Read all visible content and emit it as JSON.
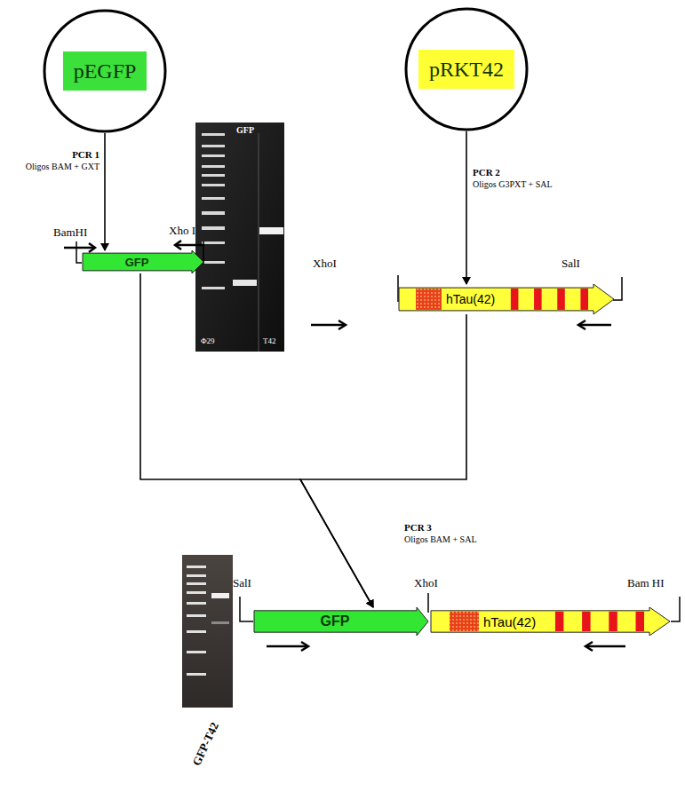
{
  "diagram": {
    "nodes": [
      {
        "text": [
          "pEGFP"
        ]
      },
      {
        "text": [
          "pRKT42"
        ]
      },
      {
        "text": [
          "GFP"
        ]
      },
      {
        "text": [
          "hTau(42)"
        ]
      },
      {
        "text": [
          "GFP"
        ]
      },
      {
        "text": [
          "hTau(42)"
        ]
      }
    ],
    "edges": [
      {
        "from": 0,
        "to": 2,
        "arrow": "to"
      },
      {
        "from": 1,
        "to": 3,
        "arrow": "to"
      },
      {
        "from": 2,
        "to": 4,
        "arrow": "to"
      },
      {
        "from": 3,
        "to": 4,
        "arrow": "to"
      }
    ],
    "labels": [
      "PCR 1",
      "Oligos BAM + GXT",
      "BamHI",
      "Xho I",
      "GFP",
      "Φ29",
      "T42",
      "PCR 2",
      "Oligos G3PXT + SAL",
      "XhoI",
      "SalI",
      "PCR 3",
      "Oligos BAM + SAL",
      "SalI",
      "XhoI",
      "Bam HI",
      "GFP-T42"
    ]
  }
}
